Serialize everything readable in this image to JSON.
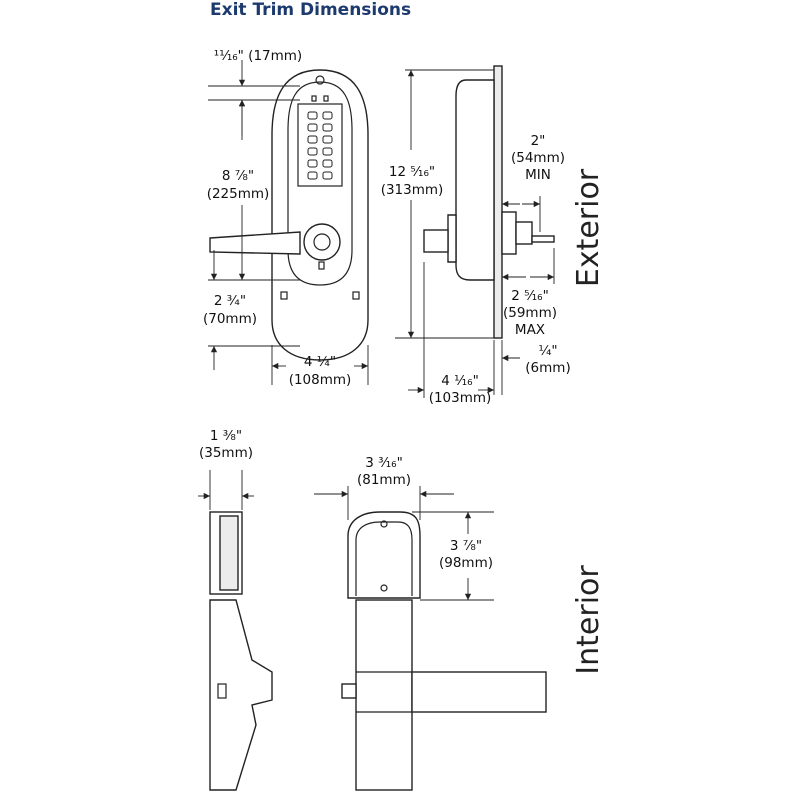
{
  "title": "Exit Trim Dimensions",
  "exterior_label": "Exterior",
  "interior_label": "Interior",
  "dimensions": {
    "top_offset": "¹¹⁄₁₆\" (17mm)",
    "handle_height": {
      "in": "8 ⅞\"",
      "mm": "(225mm)"
    },
    "bottom_offset": {
      "in": "2 ¾\"",
      "mm": "(70mm)"
    },
    "exterior_width": {
      "in": "4 ¼\"",
      "mm": "(108mm)"
    },
    "overall_height": {
      "in": "12 ⁵⁄₁₆\"",
      "mm": "(313mm)"
    },
    "min_door": {
      "in": "2\"",
      "mm": "(54mm)",
      "tag": "MIN"
    },
    "max_door": {
      "in": "2 ⁵⁄₁₆\"",
      "mm": "(59mm)",
      "tag": "MAX"
    },
    "plate_thickness": {
      "in": "¼\"",
      "mm": "(6mm)"
    },
    "projection": {
      "in": "4 ¹⁄₁₆\"",
      "mm": "(103mm)"
    },
    "interior_depth": {
      "in": "1 ⅜\"",
      "mm": "(35mm)"
    },
    "interior_width": {
      "in": "3 ³⁄₁₆\"",
      "mm": "(81mm)"
    },
    "interior_height": {
      "in": "3 ⅞\"",
      "mm": "(98mm)"
    }
  }
}
